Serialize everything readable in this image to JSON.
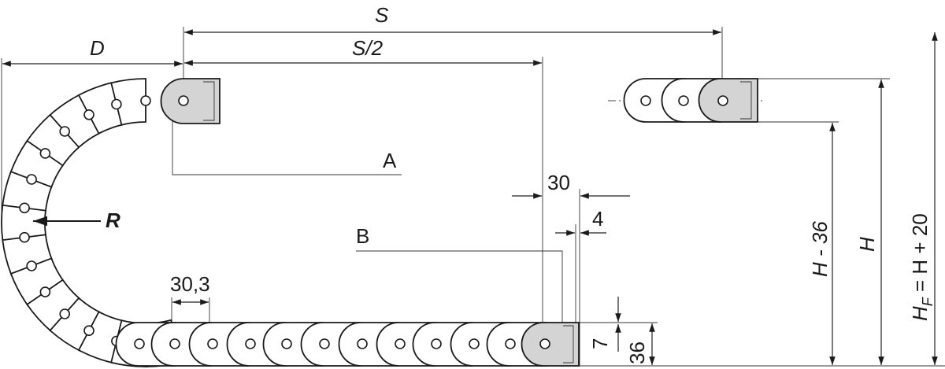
{
  "diagram": {
    "labels": {
      "S": "S",
      "S_half": "S/2",
      "D": "D",
      "A": "A",
      "B": "B",
      "R": "R",
      "d30": "30",
      "d4": "4",
      "d30_3": "30,3",
      "d7": "7",
      "d36": "36",
      "H_minus_36": "H - 36",
      "H": "H",
      "HF": "H",
      "HF_sub": "F",
      "HF_rest": " = H + 20"
    },
    "colors": {
      "line": "#1a1a1a",
      "shade": "#d4d4d4",
      "accent": "#1f5fa8"
    }
  }
}
